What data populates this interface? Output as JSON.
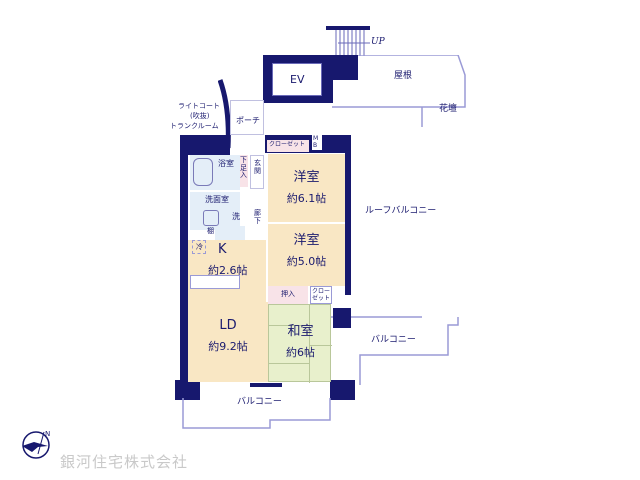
{
  "floorplan": {
    "labels": {
      "up": "UP",
      "ev": "EV",
      "roof": "屋根",
      "flowerbed": "花壇",
      "light_court": "ライトコート",
      "light_court_sub": "(吹抜)",
      "trunk_room": "トランクルーム",
      "porch": "ポーチ",
      "closet_top": "クローゼット",
      "mb": "MB",
      "bath": "浴室",
      "shoe_box": "下足入",
      "entrance": "玄関",
      "washroom": "洗面室",
      "washer": "洗",
      "shelf": "棚",
      "hallway": "廊下",
      "fridge": "冷",
      "oshiire": "押入",
      "closet_small": "クローゼット",
      "roof_balcony": "ルーフバルコニー",
      "balcony_right": "バルコニー",
      "balcony_bottom": "バルコニー"
    },
    "rooms": [
      {
        "name": "洋室",
        "size": "約6.1帖"
      },
      {
        "name": "洋室",
        "size": "約5.0帖"
      },
      {
        "name": "K",
        "size": "約2.6帖"
      },
      {
        "name": "LD",
        "size": "約9.2帖"
      },
      {
        "name": "和室",
        "size": "約6帖"
      }
    ]
  },
  "compass": {
    "north": "N"
  },
  "company": {
    "name": "銀河住宅株式会社"
  },
  "colors": {
    "wall": "#17186e",
    "wood_floor": "#f9e7c4",
    "tatami": "#e8f0cc",
    "wet_area": "#e4eef8",
    "closet": "#f8e3e8",
    "outline": "#9a9ad6",
    "company_text": "#c9c9c9"
  }
}
